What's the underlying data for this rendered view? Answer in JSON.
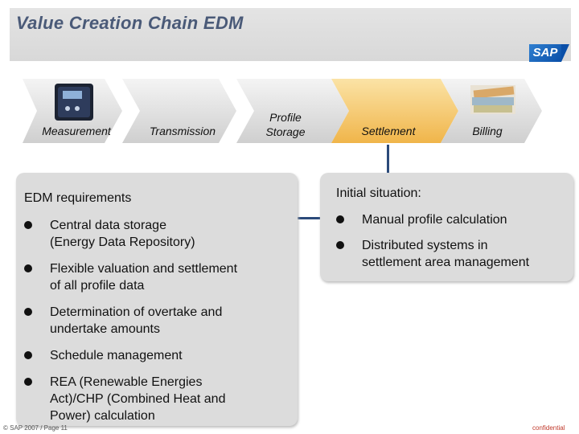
{
  "header": {
    "title": "Value Creation Chain EDM",
    "logo_text": "SAP"
  },
  "chain": {
    "steps": [
      {
        "label": "Measurement"
      },
      {
        "label": "Transmission"
      },
      {
        "label": "Profile\nStorage"
      },
      {
        "label": "Settlement"
      },
      {
        "label": "Billing"
      }
    ]
  },
  "left_panel": {
    "heading": "EDM requirements",
    "bullets": [
      "Central data storage",
      "(Energy Data Repository)",
      "Flexible valuation and settlement",
      "of all profile data",
      "Determination of overtake and",
      "undertake amounts",
      "Schedule management",
      "REA (Renewable Energies",
      "Act)/CHP (Combined Heat and",
      "Power) calculation"
    ]
  },
  "right_panel": {
    "heading": "Initial situation:",
    "bullets": [
      "Manual profile calculation",
      "Distributed systems in",
      "settlement area management"
    ]
  },
  "footer": {
    "copyright": "© SAP 2007 / Page 11",
    "confidential": "confidential"
  }
}
